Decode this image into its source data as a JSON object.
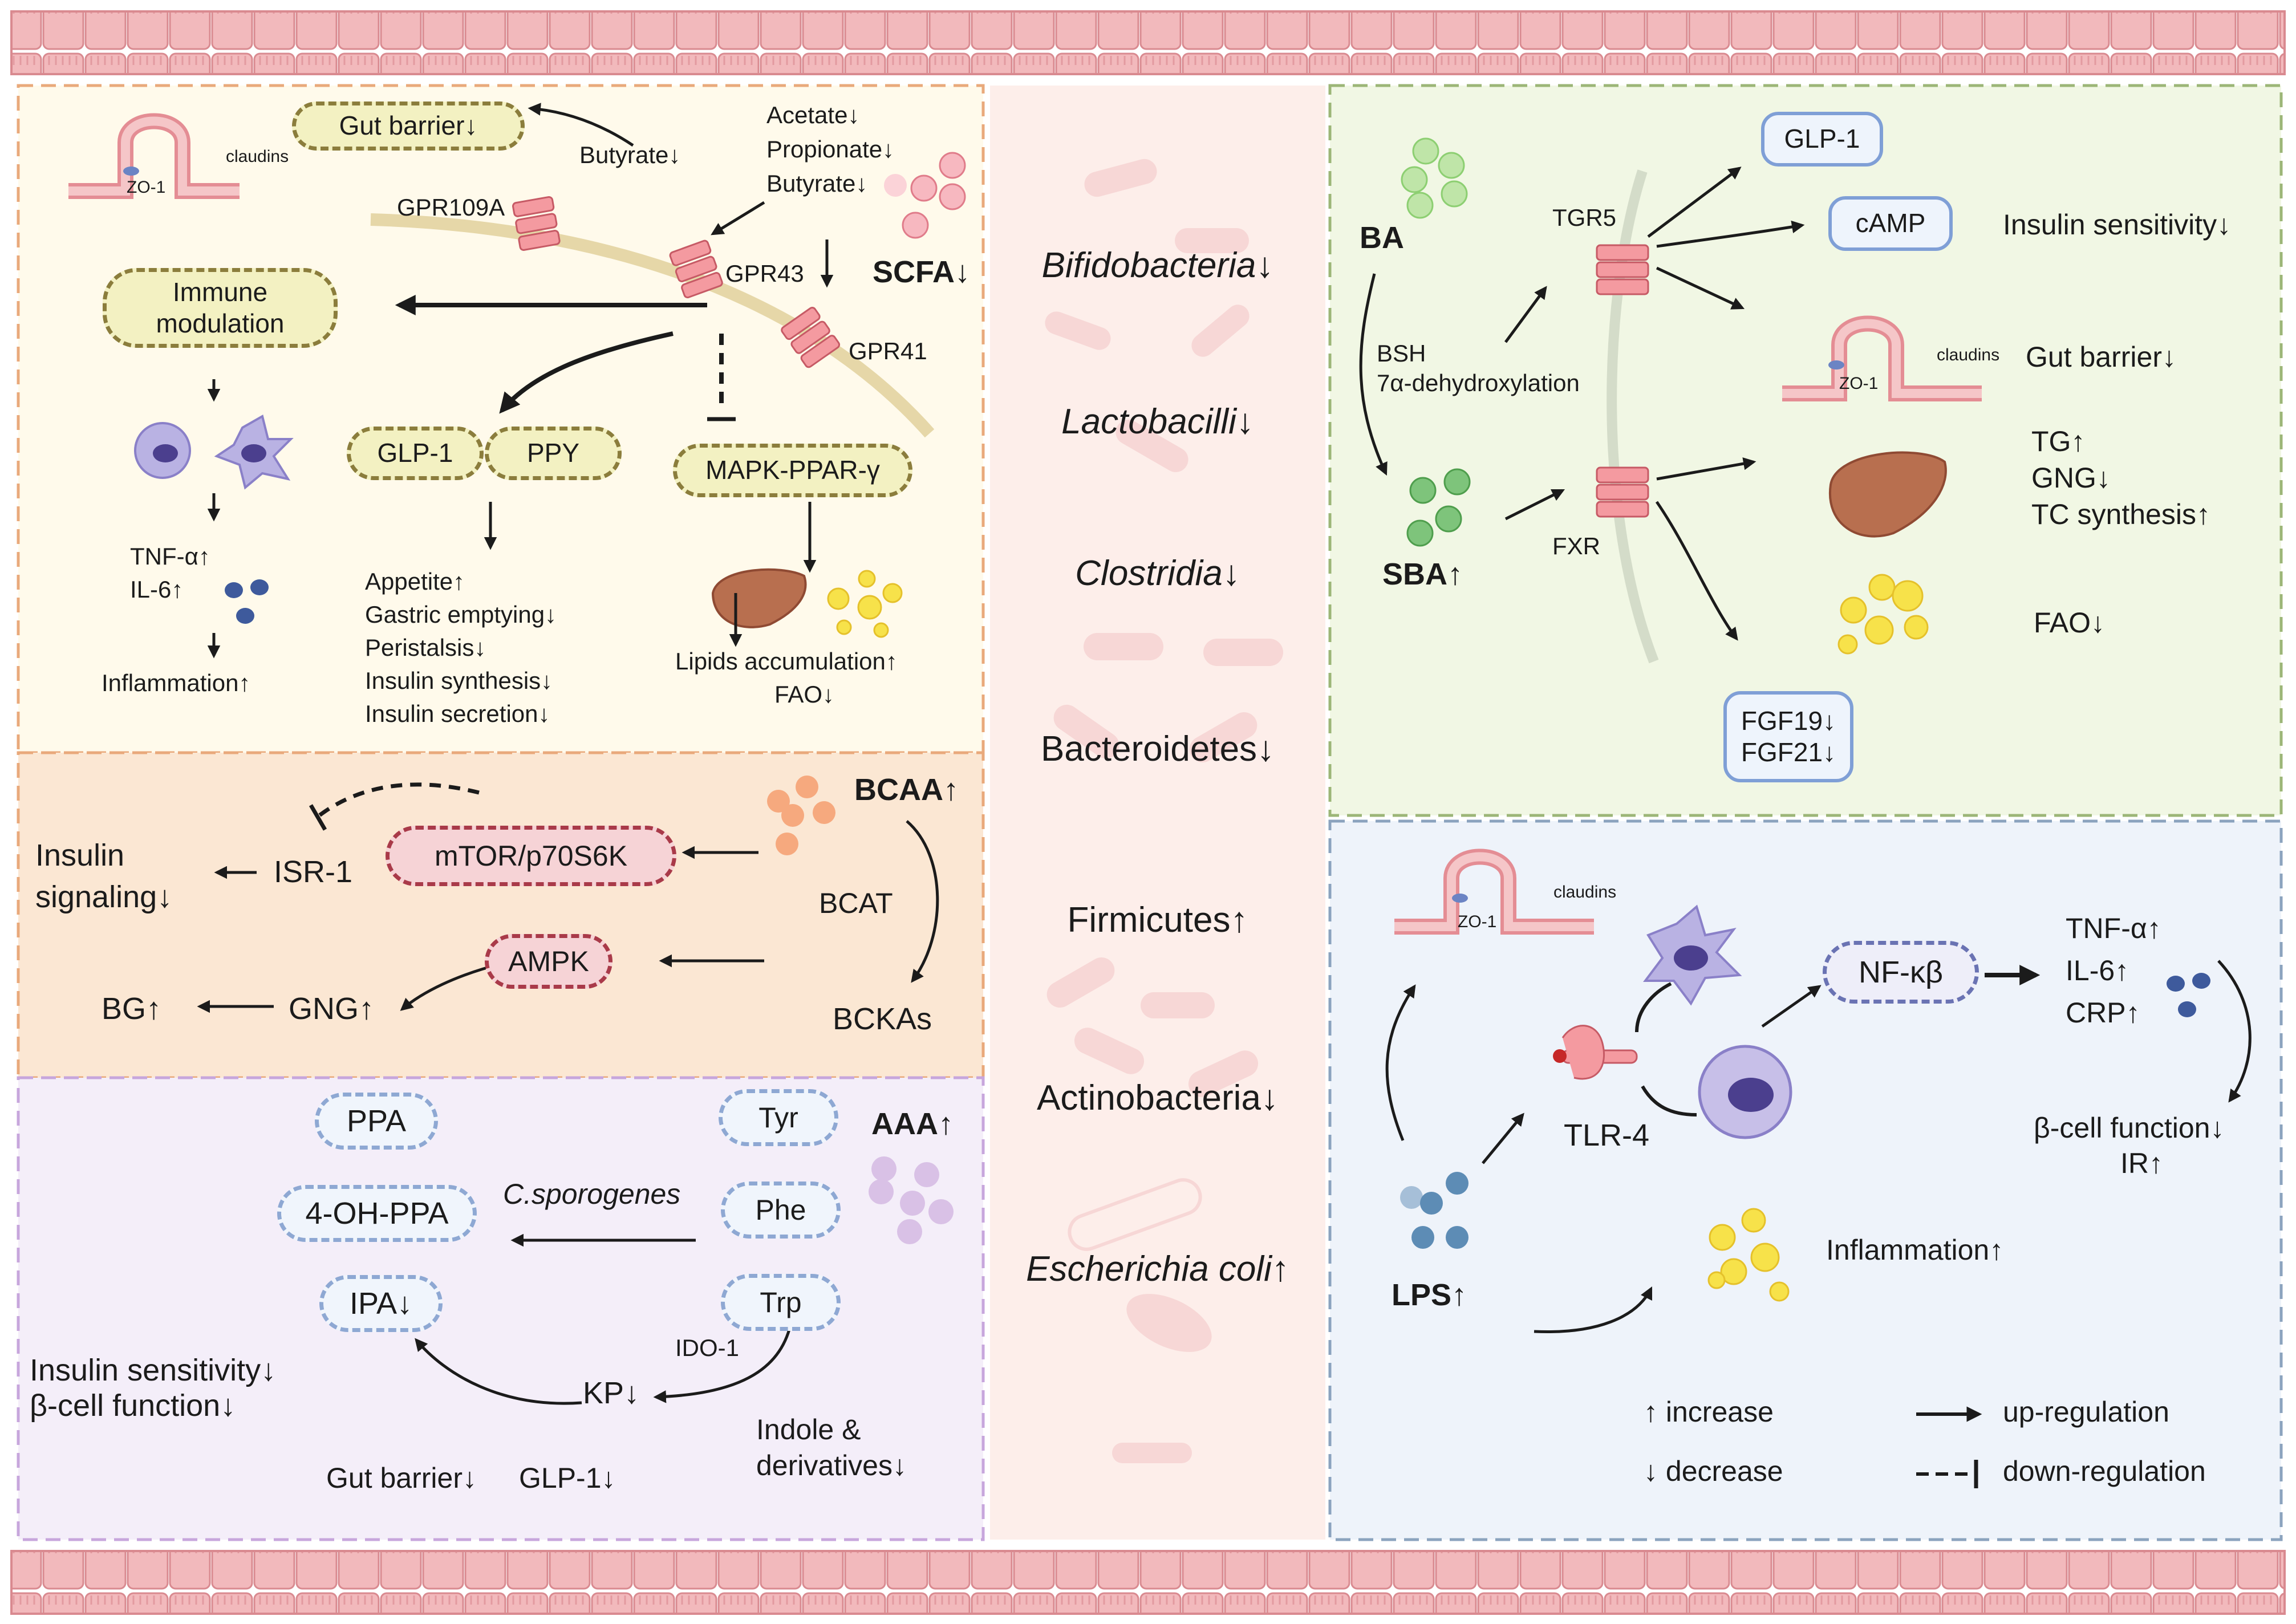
{
  "colors": {
    "panel_scfa": "#fffaeb",
    "panel_bcaa": "#fbe7d3",
    "panel_aaa": "#f4eef9",
    "panel_bacteria": "#fdeeea",
    "panel_ba": "#f1f7e4",
    "panel_lps": "#eef3fa",
    "epithelium": "#f2b9bc"
  },
  "scfa_panel": {
    "gut_barrier": "Gut barrier↓",
    "butyrate": "Butyrate↓",
    "zo1": "ZO-1",
    "claudins": "claudins",
    "scfa_list": [
      "Acetate↓",
      "Propionate↓",
      "Butyrate↓"
    ],
    "scfa_title": "SCFA↓",
    "receptors": [
      "GPR109A",
      "GPR43",
      "GPR41"
    ],
    "immune_modulation": "Immune\nmodulation",
    "tnf": "TNF-α↑",
    "il6": "IL-6↑",
    "inflammation": "Inflammation↑",
    "glp1": "GLP-1",
    "ppy": "PPY",
    "mapk": "MAPK-PPAR-γ",
    "effects": [
      "Appetite↑",
      "Gastric emptying↓",
      "Peristalsis↓",
      "Insulin synthesis↓",
      "Insulin secretion↓"
    ],
    "lipids": "Lipids accumulation↑",
    "fao": "FAO↓"
  },
  "bcaa_panel": {
    "title": "BCAA↑",
    "insulin_signaling": "Insulin\nsignaling↓",
    "isr": "ISR-1",
    "mtor": "mTOR/p70S6K",
    "bcat": "BCAT",
    "bckas": "BCKAs",
    "ampk": "AMPK",
    "bg": "BG↑",
    "gng": "GNG↑"
  },
  "aaa_panel": {
    "title": "AAA↑",
    "ppa": "PPA",
    "oh_ppa": "4-OH-PPA",
    "ipa": "IPA↓",
    "tyr": "Tyr",
    "phe": "Phe",
    "trp": "Trp",
    "c_sporogenes": "C.sporogenes",
    "ido": "IDO-1",
    "kp": "KP↓",
    "indole": "Indole &\nderivatives↓",
    "insulin_sensitivity": "Insulin sensitivity↓",
    "beta_cell": "β-cell function↓",
    "gut_barrier": "Gut barrier↓",
    "glp1": "GLP-1↓"
  },
  "bacteria_panel": {
    "items": [
      {
        "name": "Bifidobacteria↓",
        "italic": true
      },
      {
        "name": "Lactobacilli↓",
        "italic": true
      },
      {
        "name": "Clostridia↓",
        "italic": true
      },
      {
        "name": "Bacteroidetes↓",
        "italic": false
      },
      {
        "name": "Firmicutes↑",
        "italic": false
      },
      {
        "name": "Actinobacteria↓",
        "italic": false
      },
      {
        "name": "Escherichia coli↑",
        "italic": true
      }
    ]
  },
  "ba_panel": {
    "ba": "BA",
    "bsh": "BSH",
    "dehydrox": "7α-dehydroxylation",
    "sba": "SBA↑",
    "tgr5": "TGR5",
    "fxr": "FXR",
    "glp1": "GLP-1",
    "camp": "cAMP",
    "insulin_sensitivity": "Insulin sensitivity↓",
    "gut_barrier": "Gut barrier↓",
    "zo1": "ZO-1",
    "claudins": "claudins",
    "tg": "TG↑",
    "gng": "GNG↓",
    "tc": "TC synthesis↑",
    "fao": "FAO↓",
    "fgf19": "FGF19↓",
    "fgf21": "FGF21↓"
  },
  "lps_panel": {
    "zo1": "ZO-1",
    "claudins": "claudins",
    "nfkb": "NF-κβ",
    "tnf": "TNF-α↑",
    "il6": "IL-6↑",
    "crp": "CRP↑",
    "tlr4": "TLR-4",
    "beta_cell": "β-cell function↓",
    "ir": "IR↑",
    "lps": "LPS↑",
    "inflammation": "Inflammation↑"
  },
  "legend": {
    "increase": "↑ increase",
    "decrease": "↓ decrease",
    "up": "up-regulation",
    "down": "down-regulation"
  }
}
